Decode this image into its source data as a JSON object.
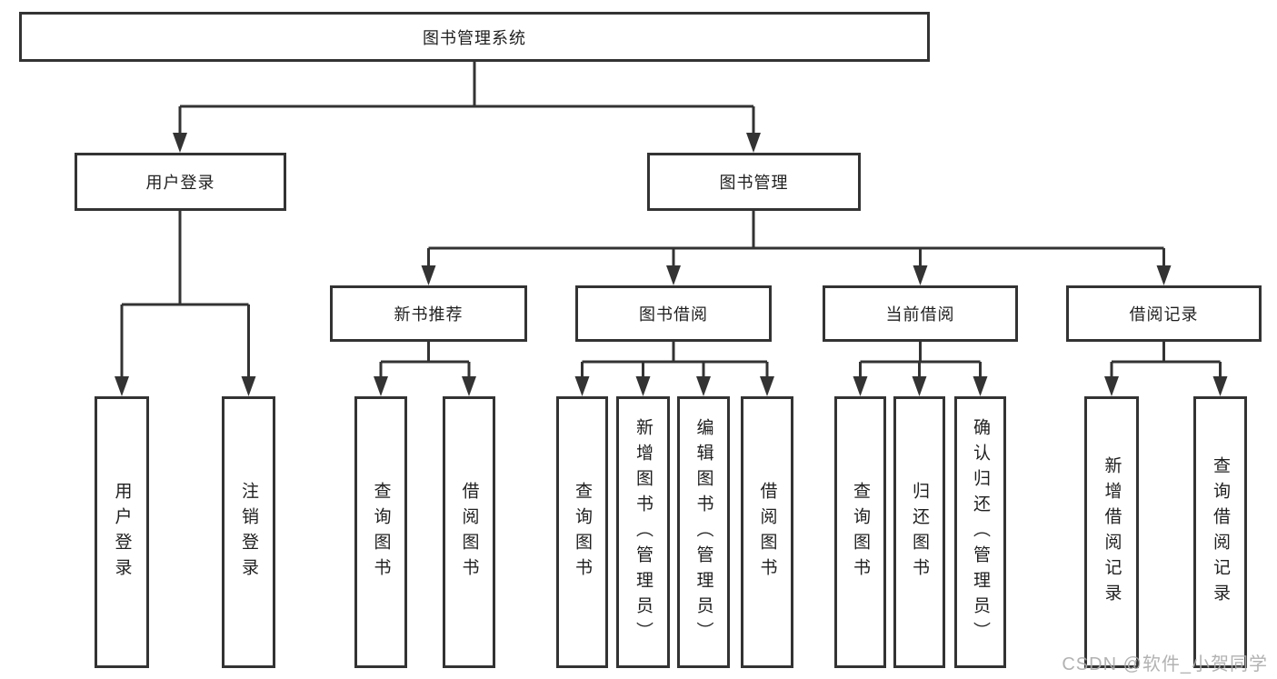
{
  "diagram": {
    "root": {
      "label": "图书管理系统"
    },
    "branches": [
      {
        "label": "用户登录",
        "children": [
          {
            "label": "用户登录"
          },
          {
            "label": "注销登录"
          }
        ]
      },
      {
        "label": "图书管理",
        "children": [
          {
            "label": "新书推荐",
            "children": [
              {
                "label": "查询图书"
              },
              {
                "label": "借阅图书"
              }
            ]
          },
          {
            "label": "图书借阅",
            "children": [
              {
                "label": "查询图书"
              },
              {
                "label": "新增图书（管理员）"
              },
              {
                "label": "编辑图书（管理员）"
              },
              {
                "label": "借阅图书"
              }
            ]
          },
          {
            "label": "当前借阅",
            "children": [
              {
                "label": "查询图书"
              },
              {
                "label": "归还图书"
              },
              {
                "label": "确认归还（管理员）"
              }
            ]
          },
          {
            "label": "借阅记录",
            "children": [
              {
                "label": "新增借阅记录"
              },
              {
                "label": "查询借阅记录"
              }
            ]
          }
        ]
      }
    ]
  },
  "watermark": {
    "text": "CSDN @软件_小贺同学"
  },
  "colors": {
    "line": "#333333",
    "box_border": "#333333",
    "background": "#ffffff",
    "watermark": "#aaaaaa"
  }
}
